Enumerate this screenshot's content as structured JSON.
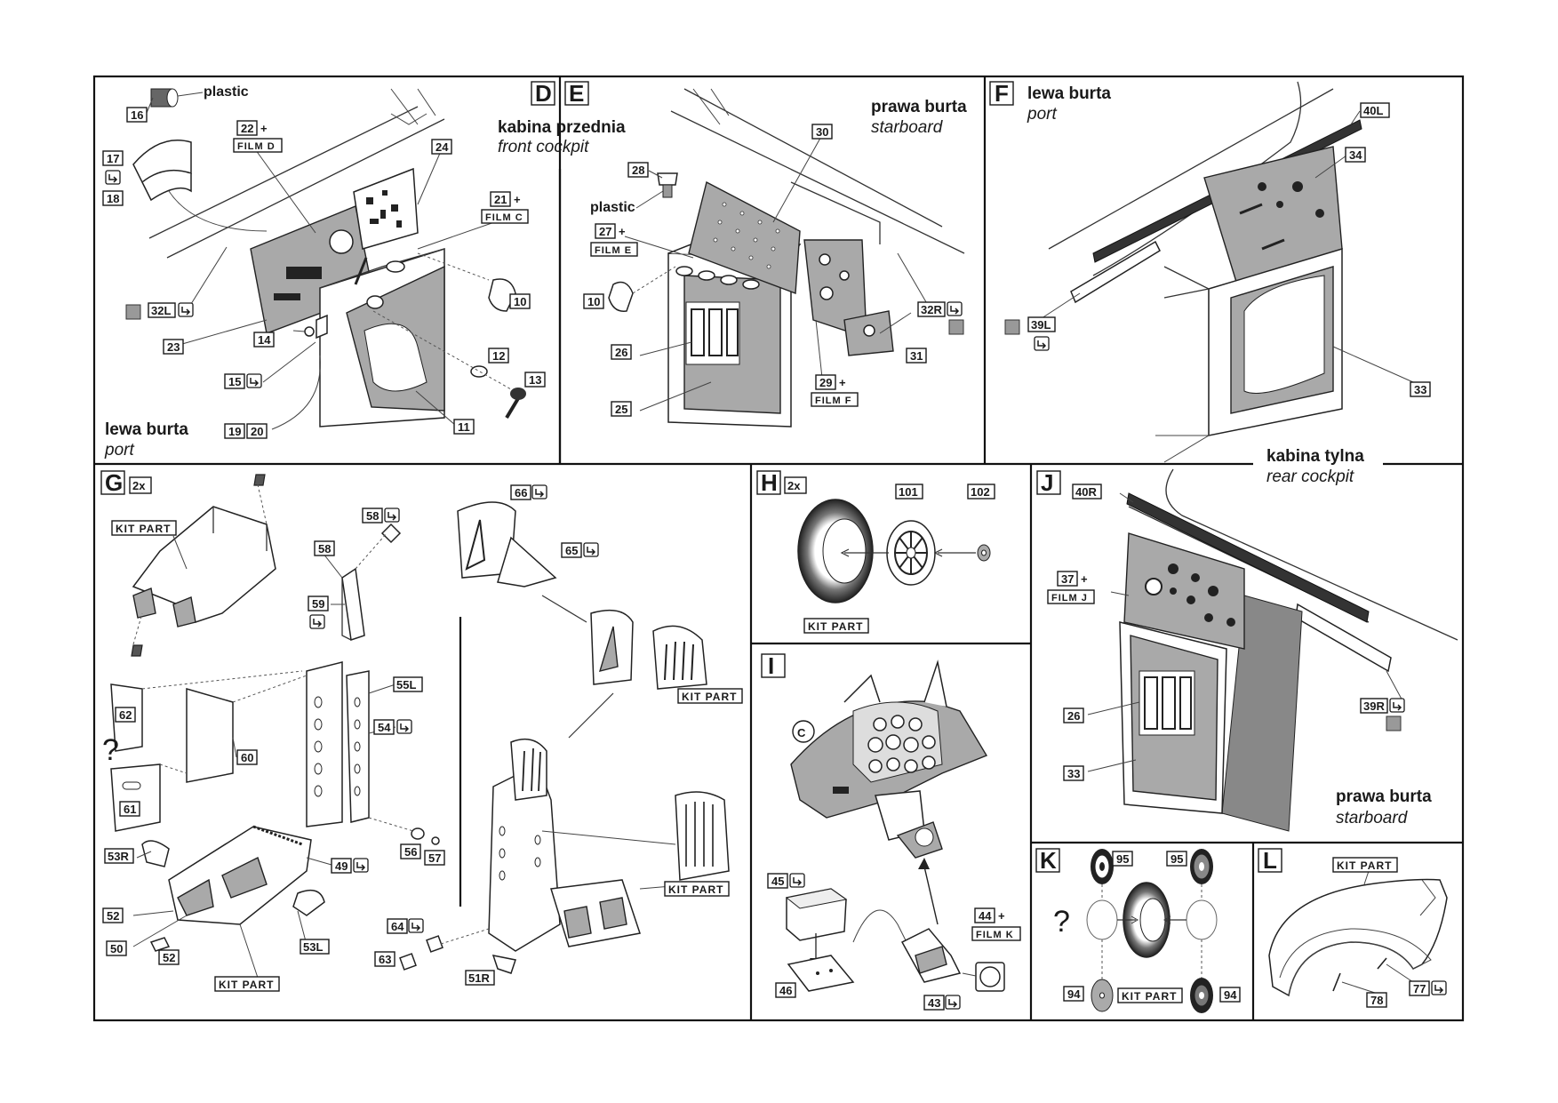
{
  "labels": {
    "plastic": "plastic",
    "kit_part": "KIT PART",
    "question": "?",
    "plus": "+",
    "multiplier": "2x",
    "c": "C"
  },
  "sections": {
    "D": {
      "letter": "D",
      "title": "kabina przednia",
      "subtitle": "front cockpit",
      "side_title": "lewa burta",
      "side_subtitle": "port"
    },
    "E": {
      "letter": "E",
      "title": "prawa burta",
      "subtitle": "starboard"
    },
    "F": {
      "letter": "F",
      "title": "lewa burta",
      "subtitle": "port",
      "rear_title": "kabina tylna",
      "rear_subtitle": "rear cockpit"
    },
    "G": {
      "letter": "G"
    },
    "H": {
      "letter": "H"
    },
    "I": {
      "letter": "I"
    },
    "J": {
      "letter": "J",
      "title": "prawa burta",
      "subtitle": "starboard"
    },
    "K": {
      "letter": "K"
    },
    "L": {
      "letter": "L"
    }
  },
  "films": {
    "D": "FILM D",
    "C": "FILM C",
    "E": "FILM E",
    "F": "FILM F",
    "J": "FILM J",
    "K": "FILM K"
  },
  "parts": {
    "p16": "16",
    "p17": "17",
    "p18": "18",
    "p22": "22",
    "p24": "24",
    "p21": "21",
    "p10": "10",
    "p32L": "32L",
    "p23": "23",
    "p14": "14",
    "p15": "15",
    "p12": "12",
    "p13": "13",
    "p19": "19",
    "p20": "20",
    "p11": "11",
    "p28": "28",
    "p30": "30",
    "p27": "27",
    "p26": "26",
    "p25": "25",
    "p29": "29",
    "p31": "31",
    "p32R": "32R",
    "p40L": "40L",
    "p34": "34",
    "p39L": "39L",
    "p33": "33",
    "p66": "66",
    "p65": "65",
    "p58": "58",
    "p59": "59",
    "p55L": "55L",
    "p54": "54",
    "p62": "62",
    "p60": "60",
    "p61": "61",
    "p56": "56",
    "p57": "57",
    "p53R": "53R",
    "p49": "49",
    "p52": "52",
    "p50": "50",
    "p53L": "53L",
    "p64": "64",
    "p63": "63",
    "p51R": "51R",
    "p101": "101",
    "p102": "102",
    "p45": "45",
    "p46": "46",
    "p44": "44",
    "p43": "43",
    "p40R": "40R",
    "p37": "37",
    "p39R": "39R",
    "p95": "95",
    "p94": "94",
    "p78": "78",
    "p77": "77"
  }
}
